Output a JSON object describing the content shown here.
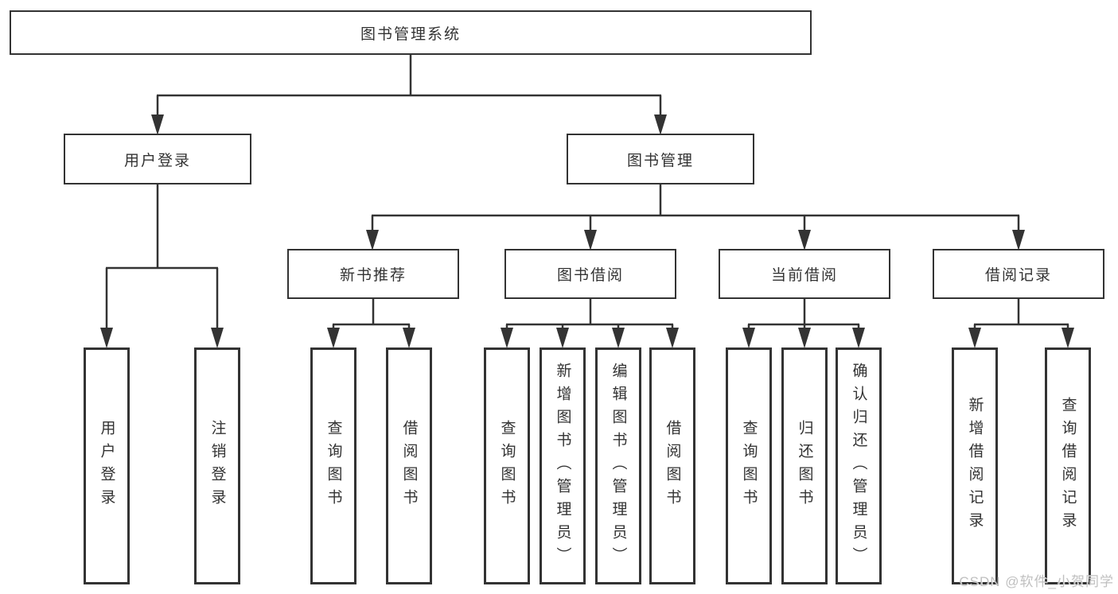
{
  "tree": {
    "root": {
      "label": "图书管理系统"
    },
    "branches": [
      {
        "label": "用户登录",
        "children": [
          {
            "label": "用户登录"
          },
          {
            "label": "注销登录"
          }
        ]
      },
      {
        "label": "图书管理",
        "children": [
          {
            "label": "新书推荐",
            "children": [
              {
                "label": "查询图书"
              },
              {
                "label": "借阅图书"
              }
            ]
          },
          {
            "label": "图书借阅",
            "children": [
              {
                "label": "查询图书"
              },
              {
                "label": "新增图书（管理员）"
              },
              {
                "label": "编辑图书（管理员）"
              },
              {
                "label": "借阅图书"
              }
            ]
          },
          {
            "label": "当前借阅",
            "children": [
              {
                "label": "查询图书"
              },
              {
                "label": "归还图书"
              },
              {
                "label": "确认归还（管理员）"
              }
            ]
          },
          {
            "label": "借阅记录",
            "children": [
              {
                "label": "新增借阅记录"
              },
              {
                "label": "查询借阅记录"
              }
            ]
          }
        ]
      }
    ]
  },
  "watermark": {
    "text": "CSDN @软件_小贺同学"
  },
  "colors": {
    "line": "#333333",
    "box_border": "#333333",
    "text": "#333333",
    "background": "#ffffff",
    "watermark": "#c0c0c0"
  }
}
